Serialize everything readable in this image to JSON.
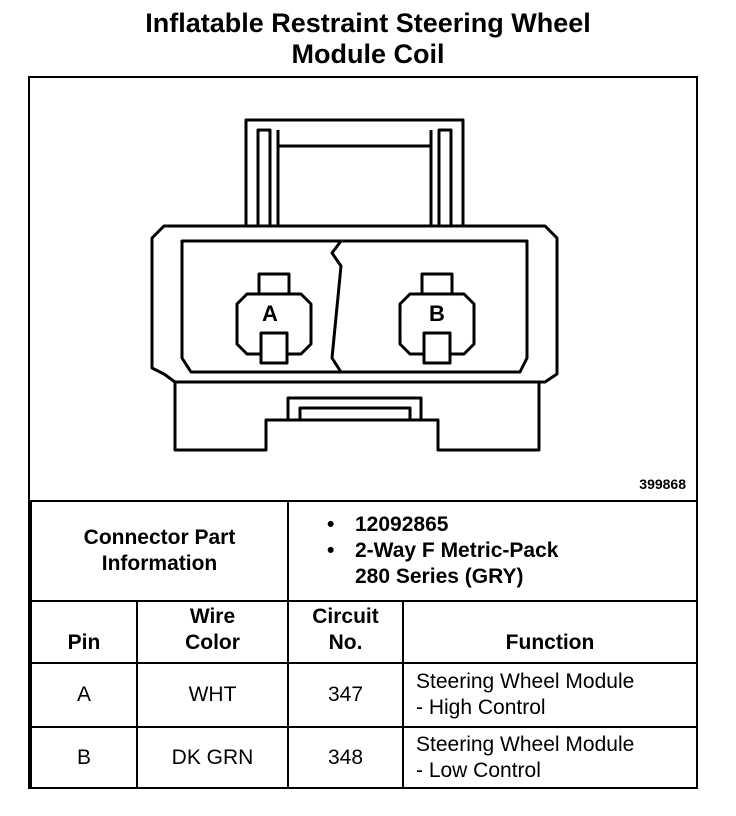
{
  "title_line1": "Inflatable Restraint Steering Wheel",
  "title_line2": "Module Coil",
  "figure_ref": "399868",
  "connector": {
    "cavity_a": "A",
    "cavity_b": "B"
  },
  "connector_info": {
    "label_line1": "Connector Part",
    "label_line2": "Information",
    "items": [
      {
        "line1": "12092865",
        "line2": ""
      },
      {
        "line1": "2-Way F Metric-Pack",
        "line2": "280 Series (GRY)"
      }
    ]
  },
  "table": {
    "headers": {
      "pin": "Pin",
      "wire_line1": "Wire",
      "wire_line2": "Color",
      "circuit_line1": "Circuit",
      "circuit_line2": "No.",
      "function": "Function"
    },
    "rows": [
      {
        "pin": "A",
        "wire_color": "WHT",
        "circuit": "347",
        "function_line1": "Steering Wheel Module",
        "function_line2": "- High Control"
      },
      {
        "pin": "B",
        "wire_color": "DK GRN",
        "circuit": "348",
        "function_line1": "Steering Wheel Module",
        "function_line2": "- Low Control"
      }
    ]
  }
}
